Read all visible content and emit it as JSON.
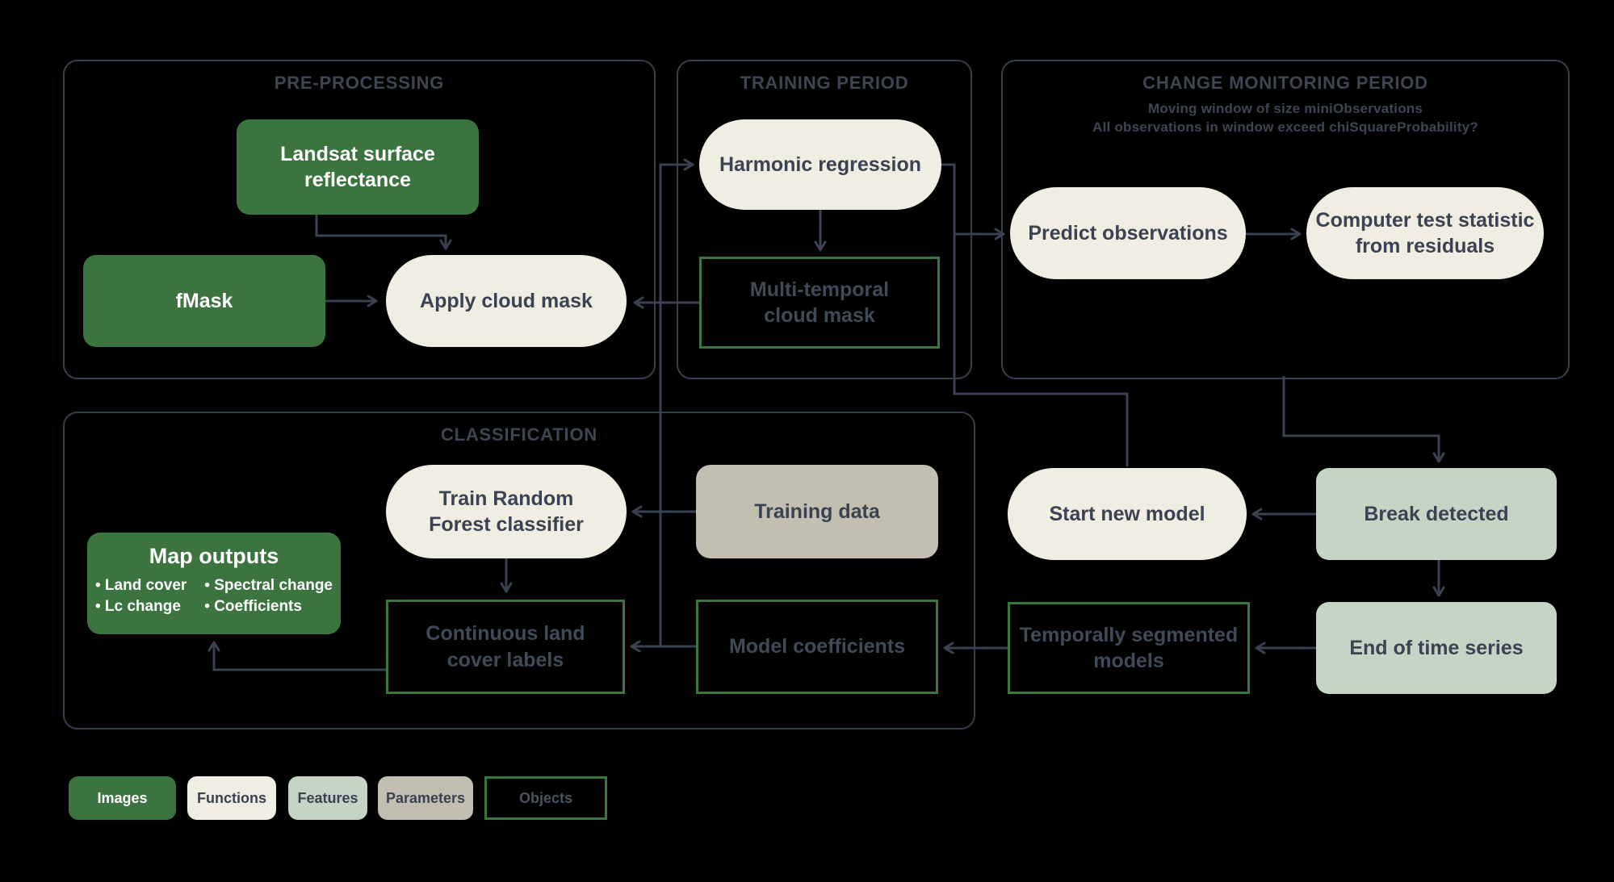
{
  "diagram": {
    "panels": {
      "preprocessing": {
        "title": "PRE-PROCESSING"
      },
      "training": {
        "title": "TRAINING PERIOD"
      },
      "monitoring": {
        "title": "CHANGE MONITORING PERIOD",
        "subtitle": "Moving window of size miniObservations\nAll observations in window exceed chiSquareProbability?"
      },
      "classification": {
        "title": "CLASSIFICATION"
      }
    },
    "nodes": {
      "landsat": {
        "label": "Landsat surface\nreflectance",
        "type": "image"
      },
      "fmask": {
        "label": "fMask",
        "type": "image"
      },
      "apply_cloud_mask": {
        "label": "Apply cloud mask",
        "type": "function"
      },
      "harmonic_regression": {
        "label": "Harmonic regression",
        "type": "function"
      },
      "multitemporal_cloud_mask": {
        "label": "Multi-temporal\ncloud mask",
        "type": "object"
      },
      "predict_observations": {
        "label": "Predict observations",
        "type": "function"
      },
      "test_statistic": {
        "label": "Computer test statistic\nfrom residuals",
        "type": "function"
      },
      "train_rf": {
        "label": "Train Random\nForest classifier",
        "type": "function"
      },
      "training_data": {
        "label": "Training data",
        "type": "parameter"
      },
      "map_outputs": {
        "title": "Map outputs",
        "items": [
          "• Land cover",
          "• Lc change",
          "• Spectral change",
          "• Coefficients"
        ]
      },
      "continuous_labels": {
        "label": "Continuous land\ncover labels",
        "type": "object"
      },
      "model_coefficients": {
        "label": "Model coefficients",
        "type": "object"
      },
      "start_new_model": {
        "label": "Start new model",
        "type": "function"
      },
      "break_detected": {
        "label": "Break detected",
        "type": "feature"
      },
      "end_of_series": {
        "label": "End of time series",
        "type": "feature"
      },
      "temporal_models": {
        "label": "Temporally segmented\nmodels",
        "type": "object"
      }
    },
    "legend": [
      {
        "label": "Images",
        "type": "image"
      },
      {
        "label": "Functions",
        "type": "function"
      },
      {
        "label": "Features",
        "type": "feature"
      },
      {
        "label": "Parameters",
        "type": "parameter"
      },
      {
        "label": "Objects",
        "type": "object"
      }
    ],
    "colors": {
      "background": "#000000",
      "image_green": "#3c7440",
      "function_cream": "#f0eee3",
      "feature_sage": "#c4d5c5",
      "parameter_tan": "#c3bfb0",
      "object_border_green": "#3d7542",
      "connector_slate": "#3a4150",
      "panel_border": "#383f4c",
      "muted_text": "#3e4553"
    }
  }
}
